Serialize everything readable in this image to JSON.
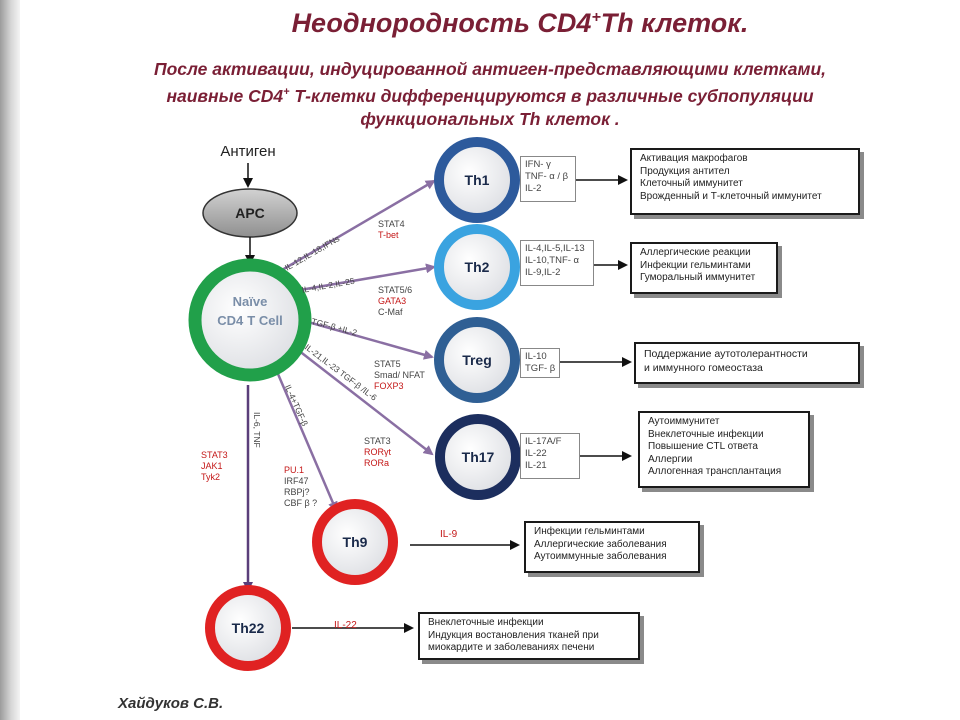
{
  "title_main": "Неоднородность CD4",
  "title_sup": "+",
  "title_rest": "Th клеток.",
  "subtitle_line1": "После активации, индуцированной антиген-представляющими клетками,",
  "subtitle_line2_pre": "наивные CD4",
  "subtitle_line2_sup": "+",
  "subtitle_line2_post": " Т-клетки дифференцируются в различные субпопуляции",
  "subtitle_line3": "функциональных Th клеток .",
  "author": "Хайдуков С.В.",
  "antigen": "Антиген",
  "apc": "APC",
  "naive_line1": "Naïve",
  "naive_line2": "CD4",
  "naive_line2_rest": "T Cell",
  "cells": {
    "th1": "Th1",
    "th2": "Th2",
    "treg": "Treg",
    "th17": "Th17",
    "th9": "Th9",
    "th22": "Th22"
  },
  "arrow_labels": {
    "th1": "IL-12,IL-18,IFNs",
    "th2": "IL-4,IL-2,IL-25",
    "treg": "TGF-β +IL-2",
    "th17": "IL-21,IL-23 TGF-β /IL-6",
    "th9": "IL-4+TGF-β",
    "th22": "IL-6, TNF"
  },
  "tf": {
    "th1": [
      "STAT4",
      "T-bet"
    ],
    "th2": [
      "STAT5/6",
      "GATA3",
      "C-Maf"
    ],
    "treg": [
      "STAT5",
      "Smad/ NFAT",
      "FOXP3"
    ],
    "th17": [
      "STAT3",
      "RORγt",
      "RORa"
    ],
    "th9": [
      "PU.1",
      "IRF47",
      "RBPj?",
      "CBF β ?"
    ],
    "th22": [
      "STAT3",
      "JAK1",
      "Tyk2"
    ]
  },
  "cytokines": {
    "th1": [
      "IFN- γ",
      "TNF- α / β",
      "IL-2"
    ],
    "th2": [
      "IL-4,IL-5,IL-13",
      "IL-10,TNF- α",
      "IL-9,IL-2"
    ],
    "treg": [
      "IL-10",
      "TGF- β"
    ],
    "th17": [
      "IL-17A/F",
      "IL-22",
      "IL-21"
    ],
    "th9": "IL-9",
    "th22": "IL-22"
  },
  "functions": {
    "th1": [
      "Активация макрофагов",
      "Продукция антител",
      "Клеточный иммунитет",
      "Врожденный и Т-клеточный иммунитет"
    ],
    "th2": [
      "Аллергические реакции",
      "Инфекции гельминтами",
      "Гуморальный иммунитет"
    ],
    "treg": [
      "Поддержание аутотолерантности",
      "и иммунного гомеостаза"
    ],
    "th17": [
      "Аутоиммунитет",
      "Внеклеточные инфекции",
      "Повышение CTL ответа",
      "Аллергии",
      "Аллогенная трансплантация"
    ],
    "th9": [
      "Инфекции гельминтами",
      "Аллергические заболевания",
      "Аутоиммунные заболевания"
    ],
    "th22": [
      "Внеклеточные инфекции",
      "Индукция востановления тканей при",
      "миокардите и заболеваниях печени"
    ]
  },
  "colors": {
    "title": "#7a1f35",
    "arrow": "#8a6fa3",
    "naive_ring": "#21a04a",
    "th1_ring": "#2d5a9c",
    "th2_ring": "#3aa3e0",
    "treg_ring": "#2f5f94",
    "th17_ring": "#1c2e5e",
    "th9_ring": "#e02222",
    "th22_ring": "#e02222",
    "tf_red": "#c41818"
  }
}
